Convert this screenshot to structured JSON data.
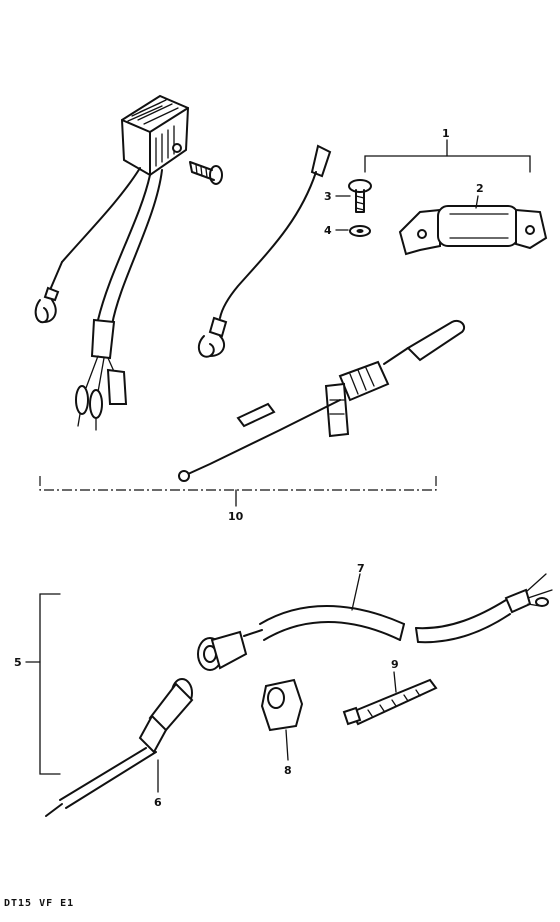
{
  "callouts": {
    "c1": "1",
    "c2": "2",
    "c3": "3",
    "c4": "4",
    "c5": "5",
    "c6": "6",
    "c7": "7",
    "c8": "8",
    "c9": "9",
    "c10": "10"
  },
  "footer": "DT15 VF E1"
}
